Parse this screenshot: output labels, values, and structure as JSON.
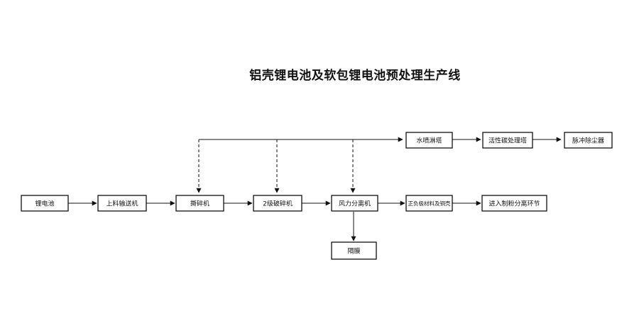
{
  "title": "铝壳锂电池及软包锂电池预处理生产线",
  "nodes": {
    "battery": "锂电池",
    "feeder": "上料输送机",
    "shredder": "撕碎机",
    "crusher2": "2级破碎机",
    "separator": "风力分离机",
    "electrode": "正负极材料及铜壳",
    "milling": "进入制粉分离环节",
    "membrane": "隔膜",
    "spray": "水喷淋塔",
    "carbon": "活性碳处理塔",
    "dust": "脉冲除尘器"
  }
}
